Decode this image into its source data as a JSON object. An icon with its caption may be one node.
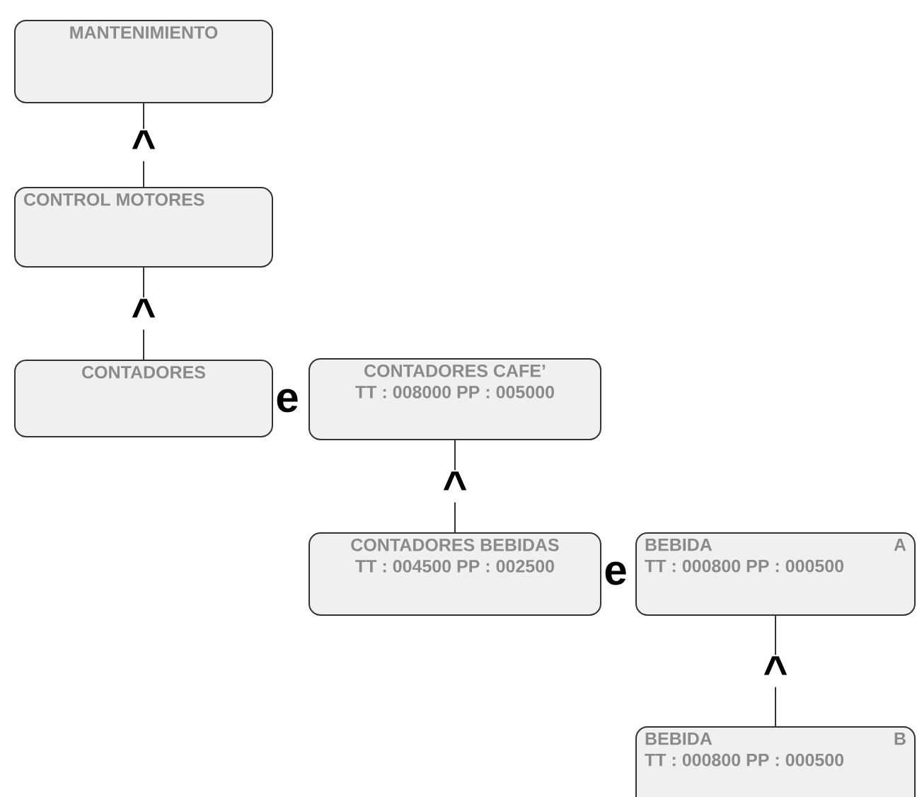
{
  "diagram": {
    "nodes": [
      {
        "text": [
          "MANTENIMIENTO"
        ]
      },
      {
        "text": [
          "CONTROL MOTORES"
        ]
      },
      {
        "text": [
          "CONTADORES"
        ]
      },
      {
        "text": [
          "CONTADORES CAFE’",
          "TT : 008000 PP : 005000"
        ]
      },
      {
        "text": [
          "CONTADORES BEBIDAS",
          "TT : 004500 PP : 002500"
        ]
      },
      {
        "text": [
          "BEBIDA",
          "A",
          "TT : 000800 PP : 000500"
        ]
      },
      {
        "text": [
          "BEBIDA",
          "B",
          "TT : 000800 PP : 000500"
        ]
      }
    ],
    "edges": [
      {
        "from": 1,
        "to": 0,
        "arrow": "none",
        "label": "^"
      },
      {
        "from": 2,
        "to": 1,
        "arrow": "none",
        "label": "^"
      },
      {
        "from": 4,
        "to": 3,
        "arrow": "none",
        "label": "^"
      },
      {
        "from": 6,
        "to": 5,
        "arrow": "none",
        "label": "^"
      }
    ],
    "labels": [
      "e",
      "e"
    ]
  }
}
